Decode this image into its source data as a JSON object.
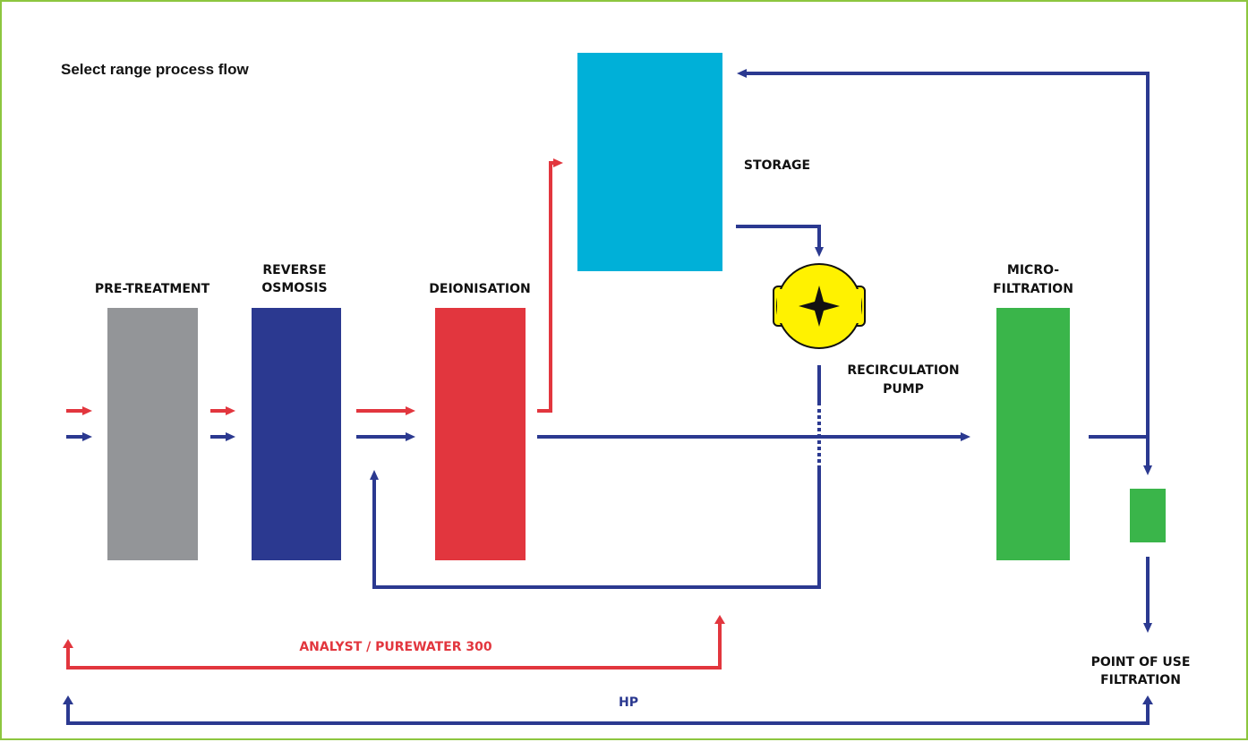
{
  "title": "Select range process flow",
  "stages": {
    "pretreatment": {
      "label": "PRE-TREATMENT"
    },
    "reverse_osmosis": {
      "line1": "REVERSE",
      "line2": "OSMOSIS"
    },
    "deionisation": {
      "label": "DEIONISATION"
    },
    "storage": {
      "label": "STORAGE"
    },
    "recirculation_pump": {
      "line1": "RECIRCULATION",
      "line2": "PUMP"
    },
    "microfiltration": {
      "line1": "MICRO-",
      "line2": "FILTRATION"
    },
    "point_of_use": {
      "line1": "POINT OF USE",
      "line2": "FILTRATION"
    }
  },
  "product_lines": {
    "analyst": "ANALYST / PUREWATER 300",
    "hp": "HP"
  },
  "colors": {
    "frame": "#8dc63f",
    "red": "#e2363e",
    "blue": "#2b3990",
    "grey": "#939598",
    "cyan": "#00b0d8",
    "green": "#3ab54a",
    "pump": "#fff200"
  },
  "icons": {
    "pump": "pump-icon"
  }
}
